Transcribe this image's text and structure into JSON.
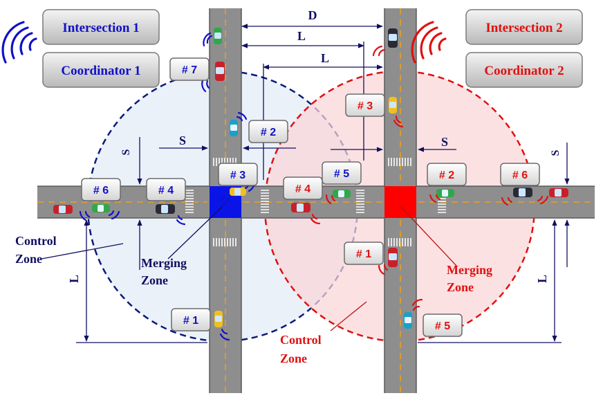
{
  "colors": {
    "intersection1": "#1010c8",
    "intersection2": "#e01010",
    "road": "#8e8e8e",
    "lane_marking": "#e8a020",
    "zone1_fill": "#e6eef8",
    "zone2_fill": "#fbd6d8",
    "merge1": "#0a14e6",
    "merge2": "#ff0000"
  },
  "buttons": {
    "intersection1": "Intersection 1",
    "coordinator1": "Coordinator 1",
    "intersection2": "Intersection 2",
    "coordinator2": "Coordinator 2"
  },
  "dimensions": {
    "D": "D",
    "L": "L",
    "S": "S"
  },
  "vehicle_tags": {
    "i1": [
      "# 1",
      "# 2",
      "# 3",
      "# 4",
      "# 5",
      "# 6",
      "# 7"
    ],
    "i2": [
      "# 1",
      "# 2",
      "# 3",
      "# 4",
      "# 5",
      "# 6"
    ]
  },
  "labels": {
    "control_zone": [
      "Control",
      "Zone"
    ],
    "merging_zone": [
      "Merging",
      "Zone"
    ]
  },
  "icons": [
    "antenna-signal-icon",
    "car-icon"
  ]
}
